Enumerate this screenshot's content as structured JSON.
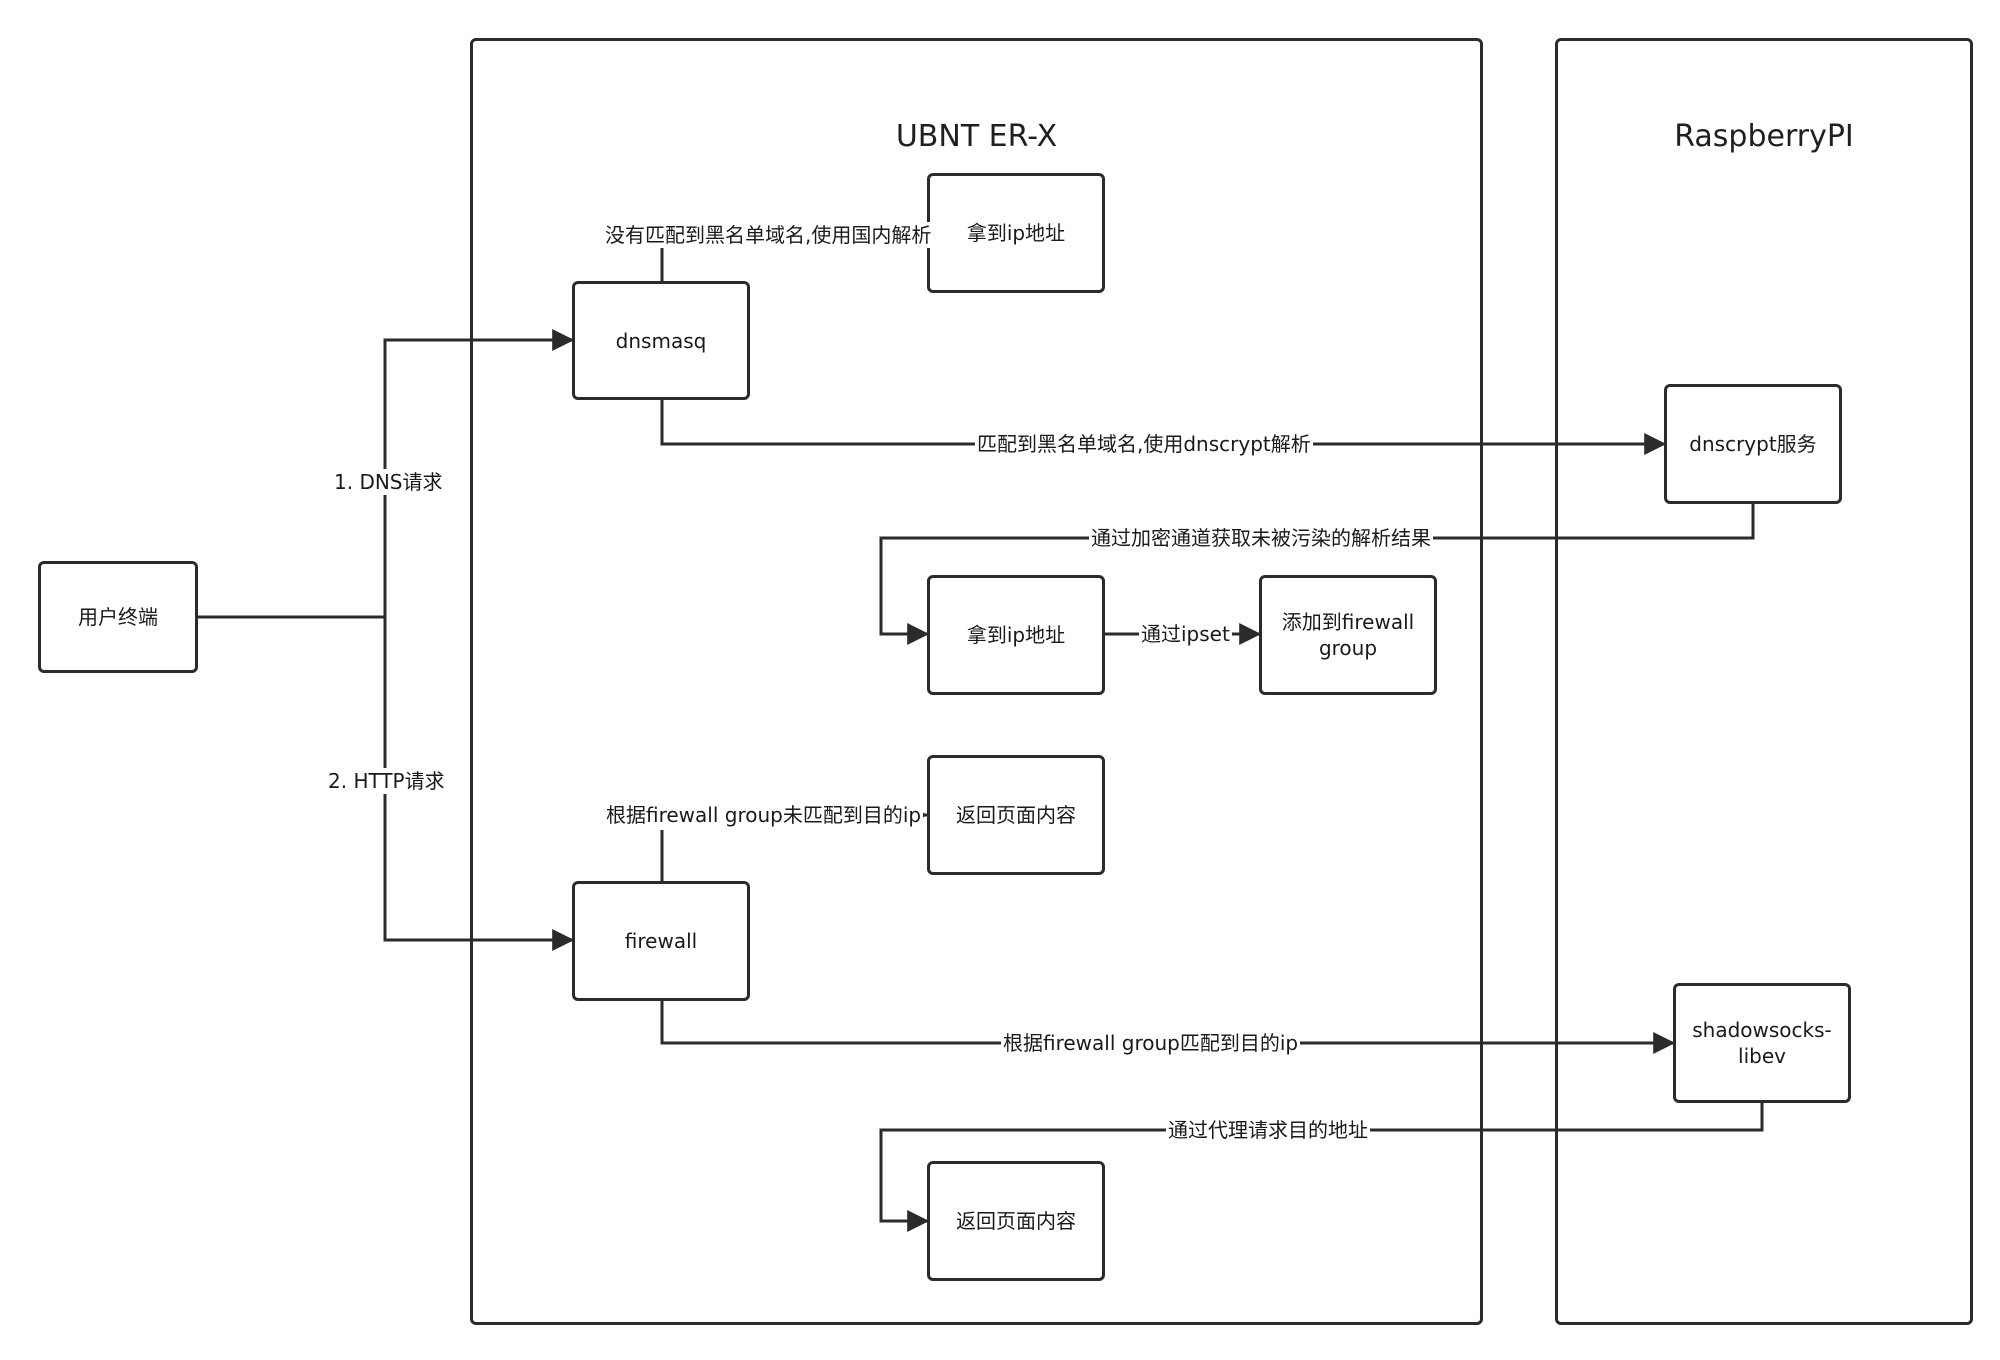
{
  "containers": {
    "router": {
      "title": "UBNT ER-X"
    },
    "raspberry": {
      "title": "RaspberryPI"
    }
  },
  "nodes": {
    "client": "用户终端",
    "dnsmasq": "dnsmasq",
    "get_ip_domestic": "拿到ip地址",
    "dnscrypt": "dnscrypt服务",
    "get_ip_clean": "拿到ip地址",
    "add_firewall_group": "添加到firewall group",
    "firewall": "firewall",
    "return_page_direct": "返回页面内容",
    "shadowsocks": "shadowsocks-libev",
    "return_page_proxy": "返回页面内容"
  },
  "edges": {
    "dns_request": "1. DNS请求",
    "http_request": "2. HTTP请求",
    "no_blacklist_match": "没有匹配到黑名单域名,使用国内解析",
    "blacklist_match": "匹配到黑名单域名,使用dnscrypt解析",
    "encrypted_channel": "通过加密通道获取未被污染的解析结果",
    "via_ipset": "通过ipset",
    "firewall_no_match": "根据firewall group未匹配到目的ip",
    "firewall_match": "根据firewall group匹配到目的ip",
    "via_proxy": "通过代理请求目的地址"
  },
  "colors": {
    "stroke": "#2b2b2b",
    "background": "#ffffff"
  }
}
